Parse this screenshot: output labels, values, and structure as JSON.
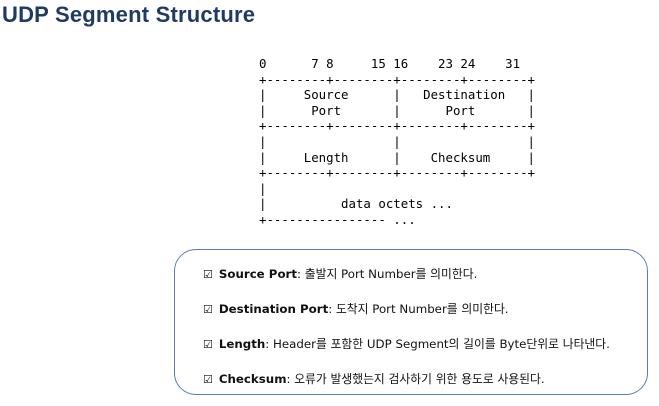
{
  "title": "UDP Segment Structure",
  "diagram_lines": [
    "0      7 8     15 16    23 24    31",
    "+--------+--------+--------+--------+",
    "|     Source      |   Destination   |",
    "|      Port       |      Port       |",
    "+--------+--------+--------+--------+",
    "|                 |                 |",
    "|     Length      |    Checksum     |",
    "+--------+--------+--------+--------+",
    "|",
    "|          data octets ...",
    "+---------------- ..."
  ],
  "notes": [
    {
      "checkbox": "☑",
      "term": "Source Port",
      "desc": ": 출발지 Port Number를 의미한다."
    },
    {
      "checkbox": "☑",
      "term": "Destination Port",
      "desc": ": 도착지 Port Number를 의미한다."
    },
    {
      "checkbox": "☑",
      "term": "Length",
      "desc": ": Header를 포함한 UDP Segment의 길이를 Byte단위로 나타낸다."
    },
    {
      "checkbox": "☑",
      "term": "Checksum",
      "desc": ": 오류가 발생했는지 검사하기 위한 용도로 사용된다."
    }
  ]
}
